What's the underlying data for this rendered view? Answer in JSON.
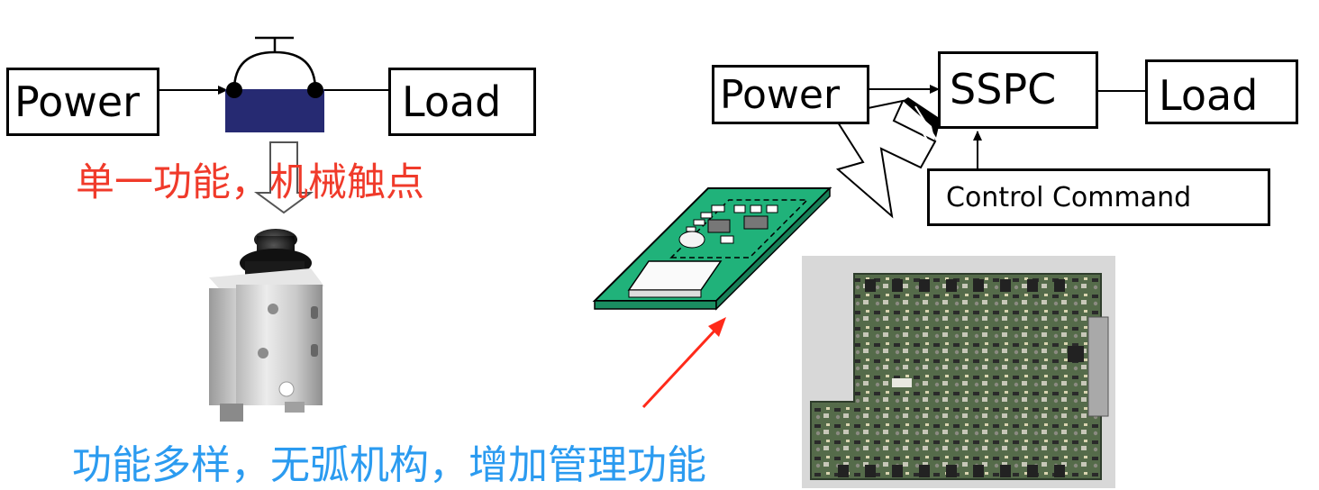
{
  "left_diagram": {
    "power_label": "Power",
    "load_label": "Load",
    "caption": "单一功能，机械触点"
  },
  "right_diagram": {
    "power_label": "Power",
    "sspc_label": "SSPC",
    "load_label": "Load",
    "control_label": "Control Command"
  },
  "bottom_caption": "功能多样，无弧机构，增加管理功能",
  "colors": {
    "red_caption": "#f03a2a",
    "blue_caption": "#2b9bf0",
    "switch_body": "#262a72",
    "pcb_green": "#20b27a",
    "arrow_red": "#ff2a1a",
    "photo_board": "#3f5a3e"
  },
  "icons": [
    "mechanical-switch-icon",
    "circuit-breaker-photo",
    "pcb-module-icon",
    "sspc-board-photo"
  ]
}
